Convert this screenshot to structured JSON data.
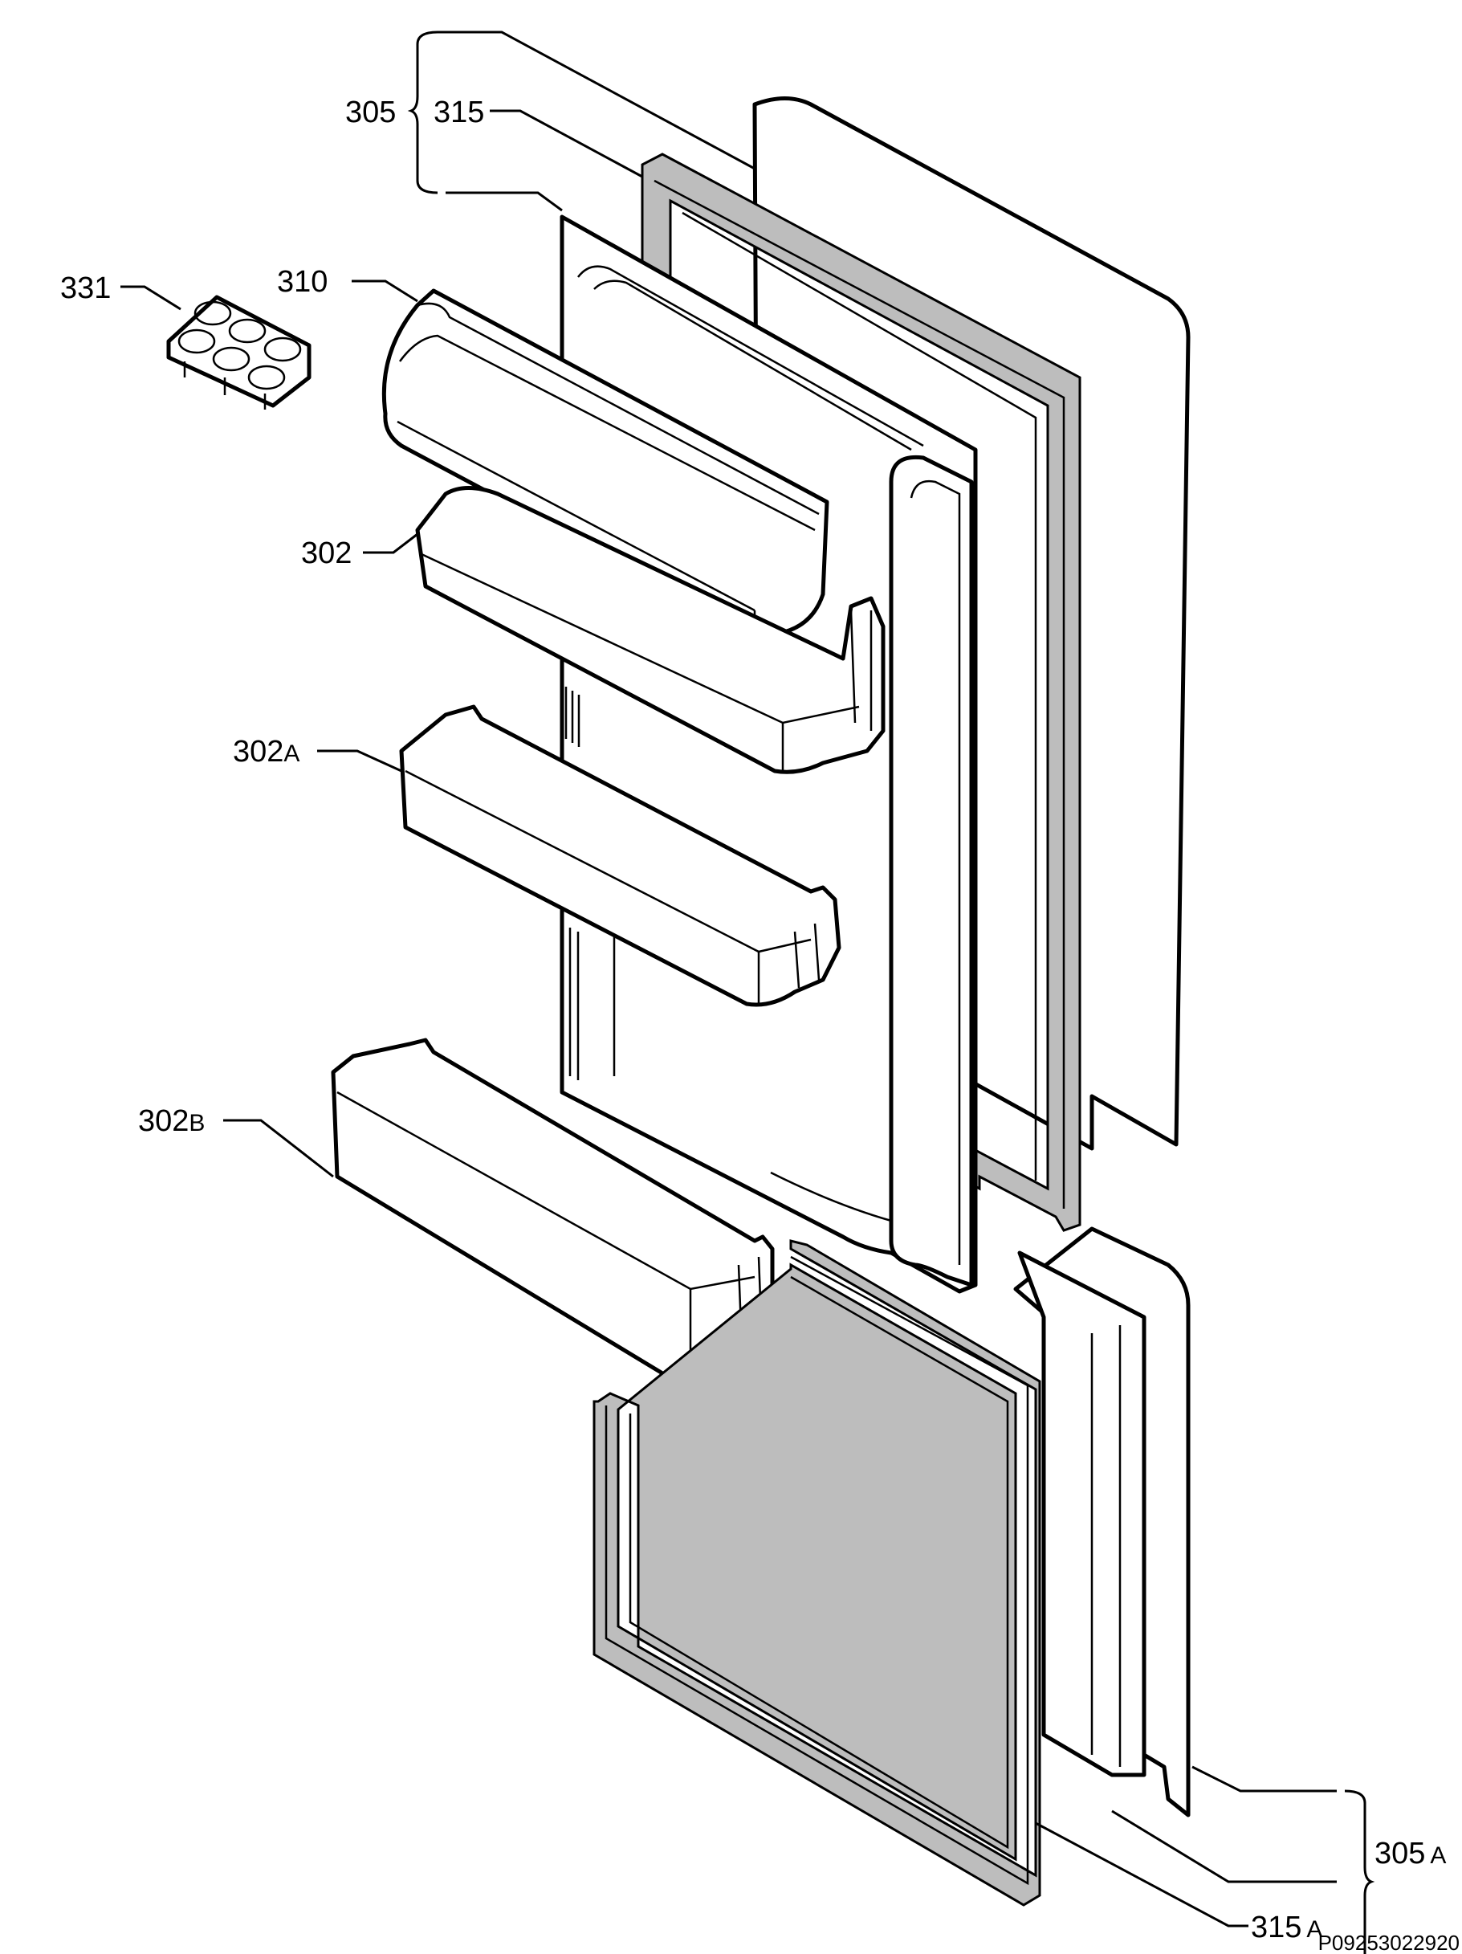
{
  "callouts": {
    "c305": "305",
    "c315": "315",
    "c331": "331",
    "c310": "310",
    "c302": "302",
    "c302a_num": "302",
    "c302a_suffix": "A",
    "c302b_num": "302",
    "c302b_suffix": "B",
    "c305a_num": "305",
    "c305a_suffix": "A",
    "c315a_num": "315",
    "c315a_suffix": "A"
  },
  "drawing_code": "P09253022920",
  "colors": {
    "line": "#000000",
    "gasket_fill": "#bdbdbd",
    "background": "#ffffff"
  }
}
